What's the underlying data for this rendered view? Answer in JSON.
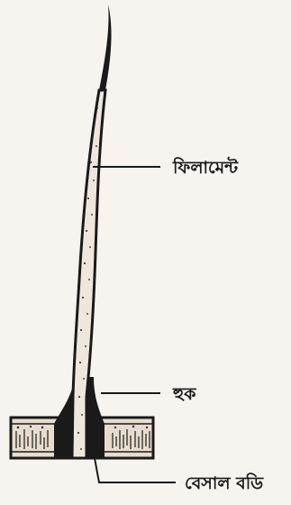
{
  "labels": {
    "filament": "ফিলামেন্ট",
    "hook": "হুক",
    "basal_body": "বেসাল বডি"
  },
  "colors": {
    "background": "#f7f4ef",
    "ink": "#1a1a1a",
    "filament_fill": "#efe6dc",
    "membrane_fill": "#e7dccd"
  }
}
